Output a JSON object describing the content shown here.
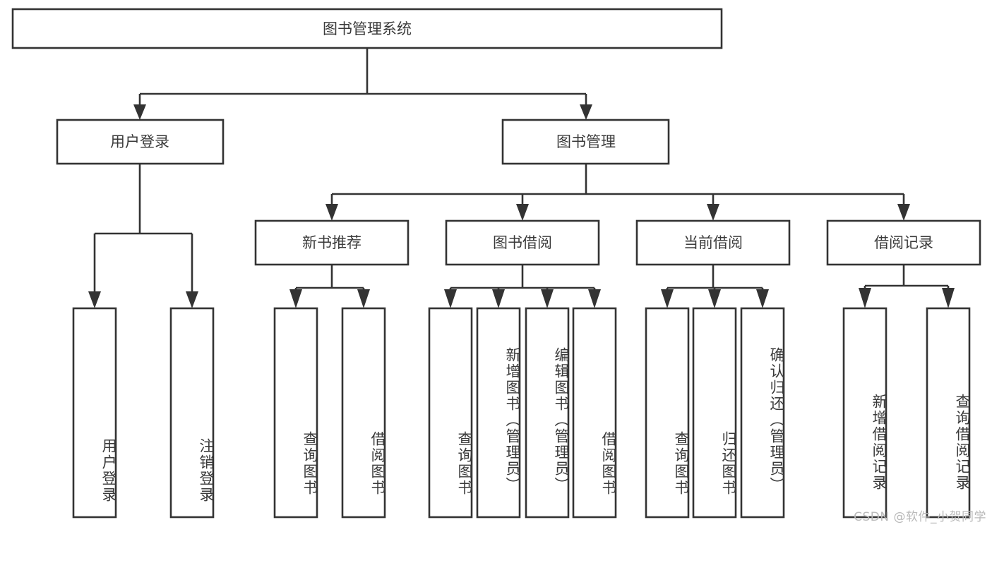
{
  "diagram": {
    "title": "图书管理系统",
    "type": "tree",
    "colors": {
      "box_stroke": "#333333",
      "box_fill": "#ffffff",
      "text": "#3a3a3a",
      "background": "#ffffff",
      "watermark": "#b9b9b9"
    },
    "watermark": "CSDN @软件_小贺同学",
    "levels": [
      {
        "level": 1,
        "nodes": [
          {
            "id": "root",
            "label": "图书管理系统",
            "orientation": "horizontal"
          }
        ]
      },
      {
        "level": 2,
        "nodes": [
          {
            "id": "login",
            "label": "用户登录",
            "orientation": "horizontal",
            "parent": "root"
          },
          {
            "id": "bookmgmt",
            "label": "图书管理",
            "orientation": "horizontal",
            "parent": "root"
          }
        ]
      },
      {
        "level": 3,
        "nodes": [
          {
            "id": "newbook",
            "label": "新书推荐",
            "orientation": "horizontal",
            "parent": "bookmgmt"
          },
          {
            "id": "borrow",
            "label": "图书借阅",
            "orientation": "horizontal",
            "parent": "bookmgmt"
          },
          {
            "id": "current",
            "label": "当前借阅",
            "orientation": "horizontal",
            "parent": "bookmgmt"
          },
          {
            "id": "records",
            "label": "借阅记录",
            "orientation": "horizontal",
            "parent": "bookmgmt"
          }
        ]
      },
      {
        "level": 4,
        "nodes": [
          {
            "id": "leaf-1",
            "label": "用户登录",
            "orientation": "vertical",
            "parent": "login"
          },
          {
            "id": "leaf-2",
            "label": "注销登录",
            "orientation": "vertical",
            "parent": "login"
          },
          {
            "id": "leaf-3",
            "label": "查询图书",
            "orientation": "vertical",
            "parent": "newbook"
          },
          {
            "id": "leaf-4",
            "label": "借阅图书",
            "orientation": "vertical",
            "parent": "newbook"
          },
          {
            "id": "leaf-5",
            "label": "查询图书",
            "orientation": "vertical",
            "parent": "borrow"
          },
          {
            "id": "leaf-6",
            "label": "新增图书（管理员）",
            "orientation": "vertical",
            "parent": "borrow"
          },
          {
            "id": "leaf-7",
            "label": "编辑图书（管理员）",
            "orientation": "vertical",
            "parent": "borrow"
          },
          {
            "id": "leaf-8",
            "label": "借阅图书",
            "orientation": "vertical",
            "parent": "borrow"
          },
          {
            "id": "leaf-9",
            "label": "查询图书",
            "orientation": "vertical",
            "parent": "current"
          },
          {
            "id": "leaf-10",
            "label": "归还图书",
            "orientation": "vertical",
            "parent": "current"
          },
          {
            "id": "leaf-11",
            "label": "确认归还（管理员）",
            "orientation": "vertical",
            "parent": "current"
          },
          {
            "id": "leaf-12",
            "label": "新增借阅记录",
            "orientation": "vertical",
            "parent": "records"
          },
          {
            "id": "leaf-13",
            "label": "查询借阅记录",
            "orientation": "vertical",
            "parent": "records"
          }
        ]
      }
    ]
  }
}
